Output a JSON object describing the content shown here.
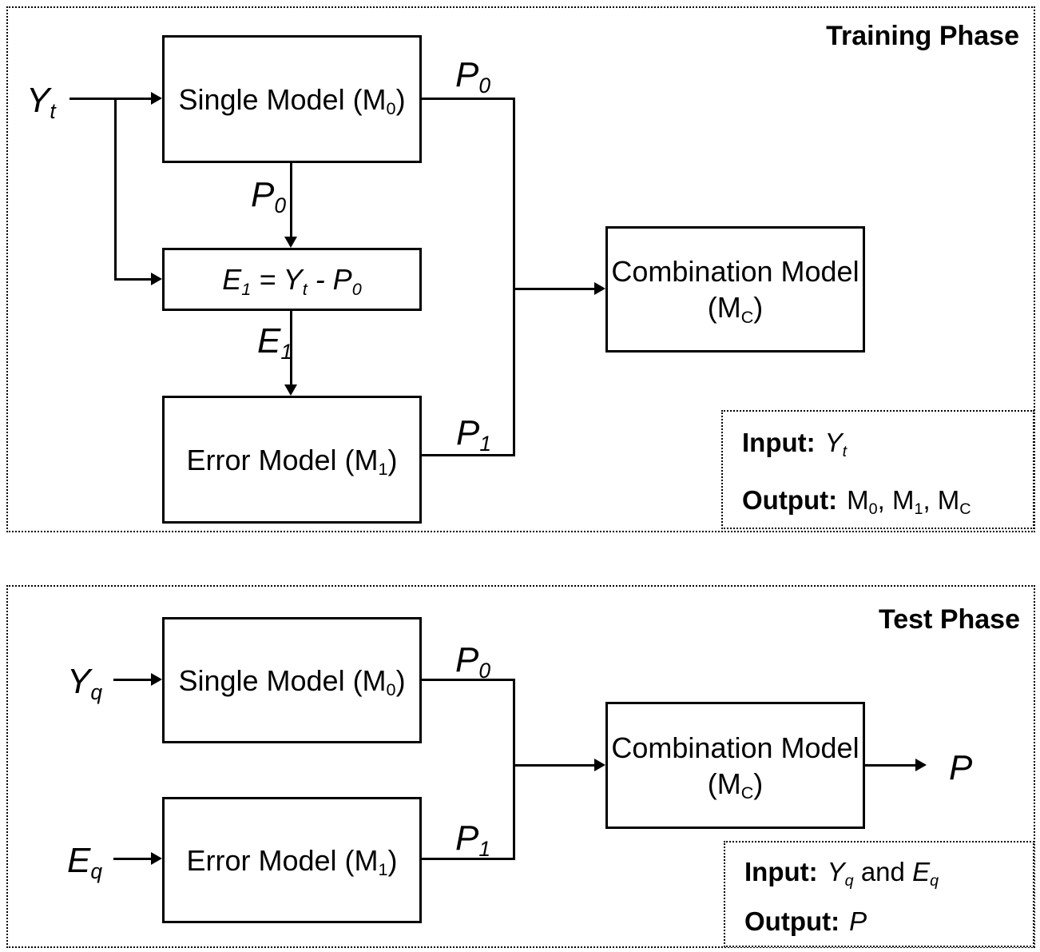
{
  "colors": {
    "ink": "#000000",
    "background": "#ffffff"
  },
  "training": {
    "title": "Training Phase",
    "input_label": {
      "base": "Y",
      "sub": "t"
    },
    "arrow_labels": {
      "p0_top": {
        "base": "P",
        "sub": "0"
      },
      "p0_mid": {
        "base": "P",
        "sub": "0"
      },
      "e1": {
        "base": "E",
        "sub": "1"
      },
      "p1": {
        "base": "P",
        "sub": "1"
      }
    },
    "boxes": {
      "single_model": {
        "pre": "Single Model (M",
        "sub": "0",
        "post": ")"
      },
      "error_calc": {
        "p1": "E",
        "s1": "1",
        "p2": " = Y",
        "s2": "t",
        "p3": " - P",
        "s3": "0"
      },
      "error_model": {
        "pre": "Error Model (M",
        "sub": "1",
        "post": ")"
      },
      "combination": {
        "line1": "Combination Model",
        "pre": "(M",
        "sub": "C",
        "post": ")"
      }
    },
    "io": {
      "input_label": "Input:",
      "input": {
        "base": "Y",
        "sub": "t"
      },
      "output_label": "Output:",
      "output": {
        "p1": "M",
        "s1": "0",
        "p2": ", M",
        "s2": "1",
        "p3": ", M",
        "s3": "C"
      }
    }
  },
  "test": {
    "title": "Test Phase",
    "inputs": {
      "y": {
        "base": "Y",
        "sub": "q"
      },
      "e": {
        "base": "E",
        "sub": "q"
      }
    },
    "arrow_labels": {
      "p0": {
        "base": "P",
        "sub": "0"
      },
      "p1": {
        "base": "P",
        "sub": "1"
      },
      "out": "P"
    },
    "boxes": {
      "single_model": {
        "pre": "Single Model (M",
        "sub": "0",
        "post": ")"
      },
      "error_model": {
        "pre": "Error Model (M",
        "sub": "1",
        "post": ")"
      },
      "combination": {
        "line1": "Combination Model",
        "pre": "(M",
        "sub": "C",
        "post": ")"
      }
    },
    "io": {
      "input_label": "Input:",
      "input": {
        "v1": "Y",
        "s1": "q",
        "mid": " and ",
        "v2": "E",
        "s2": "q"
      },
      "output_label": "Output:",
      "output": "P"
    }
  }
}
